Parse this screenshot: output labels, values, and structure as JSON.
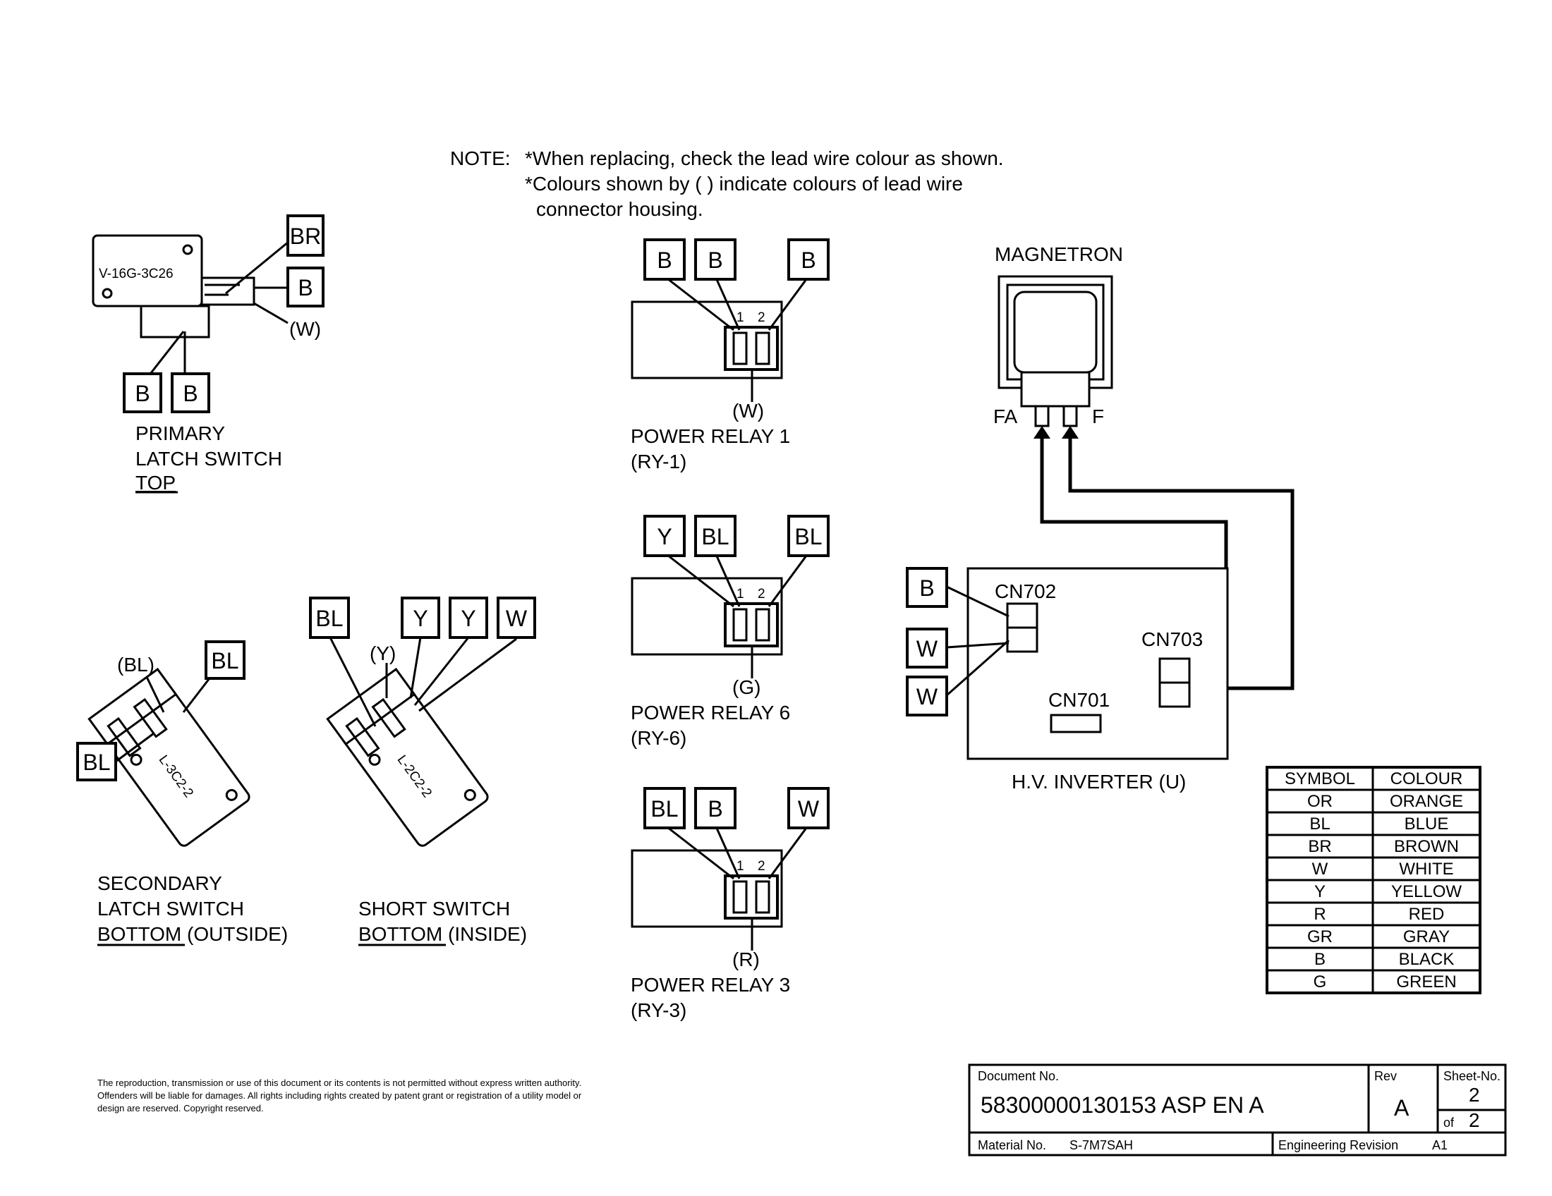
{
  "note": {
    "label": "NOTE:",
    "line1": "*When replacing, check the lead wire colour as shown.",
    "line2": "*Colours shown by (     ) indicate colours of lead wire",
    "line3": "connector housing."
  },
  "primary_latch_switch": {
    "part_no": "V-16G-3C26",
    "wires": [
      "BR",
      "B",
      "B",
      "B"
    ],
    "housing": "(W)",
    "title_line1": "PRIMARY",
    "title_line2": "LATCH SWITCH",
    "view": "TOP"
  },
  "secondary_latch_switch": {
    "part_no": "L-3C2-2",
    "wires": [
      "BL",
      "BL"
    ],
    "housing": "(BL)",
    "title_line1": "SECONDARY",
    "title_line2": "LATCH SWITCH",
    "view": "BOTTOM",
    "view_suffix": " (OUTSIDE)"
  },
  "short_switch": {
    "part_no": "L-2C2-2",
    "wires": [
      "BL",
      "Y",
      "Y",
      "W"
    ],
    "housing": "(Y)",
    "title": "SHORT SWITCH",
    "view": "BOTTOM",
    "view_suffix": " (INSIDE)"
  },
  "power_relays": [
    {
      "wires": [
        "B",
        "B",
        "B"
      ],
      "pins": [
        "1",
        "2"
      ],
      "housing": "(W)",
      "name": "POWER RELAY 1",
      "ref": "(RY-1)"
    },
    {
      "wires": [
        "Y",
        "BL",
        "BL"
      ],
      "pins": [
        "1",
        "2"
      ],
      "housing": "(G)",
      "name": "POWER RELAY 6",
      "ref": "(RY-6)"
    },
    {
      "wires": [
        "BL",
        "B",
        "W"
      ],
      "pins": [
        "1",
        "2"
      ],
      "housing": "(R)",
      "name": "POWER RELAY 3",
      "ref": "(RY-3)"
    }
  ],
  "magnetron": {
    "title": "MAGNETRON",
    "terminal_left": "FA",
    "terminal_right": "F"
  },
  "inverter": {
    "title": "H.V. INVERTER (U)",
    "connectors": [
      "CN702",
      "CN703",
      "CN701"
    ],
    "wires": [
      "B",
      "W",
      "W"
    ]
  },
  "colour_table": {
    "headers": [
      "SYMBOL",
      "COLOUR"
    ],
    "rows": [
      [
        "OR",
        "ORANGE"
      ],
      [
        "BL",
        "BLUE"
      ],
      [
        "BR",
        "BROWN"
      ],
      [
        "W",
        "WHITE"
      ],
      [
        "Y",
        "YELLOW"
      ],
      [
        "R",
        "RED"
      ],
      [
        "GR",
        "GRAY"
      ],
      [
        "B",
        "BLACK"
      ],
      [
        "G",
        "GREEN"
      ]
    ]
  },
  "disclaimer": [
    "The reproduction, transmission or use of this document or its contents is not permitted without express  written authority.",
    "Offenders will be liable for damages. All rights including rights created by patent grant or registration of a utility model or",
    "design are reserved. Copyright reserved."
  ],
  "title_block": {
    "doc_label": "Document No.",
    "doc_value": "58300000130153 ASP EN A",
    "rev_label": "Rev",
    "rev_value": "A",
    "sheet_label": "Sheet-No.",
    "sheet_value": "2",
    "of_label": "of",
    "of_value": "2",
    "material_label": "Material No.",
    "material_value": "S-7M7SAH",
    "eng_rev_label": "Engineering Revision",
    "eng_rev_value": "A1"
  }
}
